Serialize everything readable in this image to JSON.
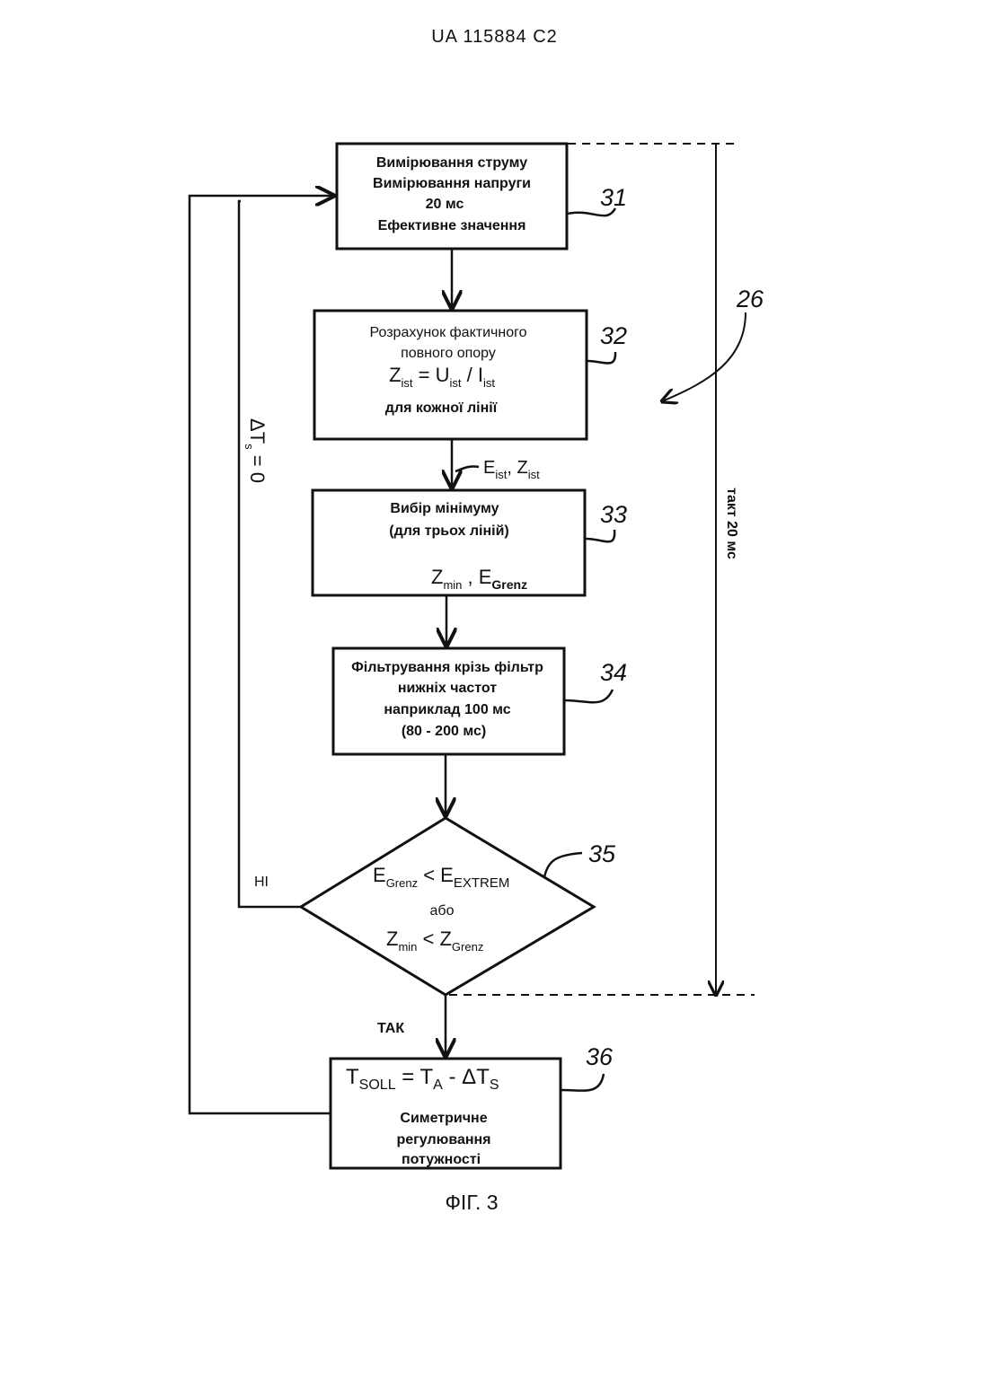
{
  "header": {
    "doc_number": "UA   115884   C2"
  },
  "caption": {
    "figure": "ФІГ. 3"
  },
  "diagram": {
    "loop_ref": "26",
    "cycle_label": "такт 20 мс",
    "steps": {
      "s31": {
        "ref": "31",
        "line1": "Вимірювання струму",
        "line2": "Вимірювання напруги",
        "line3": "20 мс",
        "line4": "Ефективне значення"
      },
      "s32": {
        "ref": "32",
        "line1": "Розрахунок фактичного",
        "line2": "повного опору",
        "eq_z": "Z",
        "eq_z_sub": "ist",
        "eq_mid": " = U",
        "eq_u_sub": "ist",
        "eq_slash": " / I",
        "eq_i_sub": "ist",
        "line4": "для кожної лінії"
      },
      "s33": {
        "ref": "33",
        "line1": "Вибір мінімуму",
        "line2": "(для трьох ліній)",
        "out_z": "Z",
        "out_z_sub": "min",
        "out_sep": " , E",
        "out_e_sub": "Grenz"
      },
      "s34": {
        "ref": "34",
        "line1": "Фільтрування крізь фільтр",
        "line2": "нижніх частот",
        "line3": "наприклад 100 мс",
        "line4": "(80 - 200 мс)"
      },
      "s35": {
        "ref": "35",
        "c1_e": "E",
        "c1_e_sub": "Grenz",
        "c1_lt": " < E",
        "c1_e2_sub": "EXTREM",
        "or": "або",
        "c2_z": "Z",
        "c2_z_sub": "min",
        "c2_lt": " < Z",
        "c2_z2_sub": "Grenz"
      },
      "s36": {
        "ref": "36",
        "eq_t": "T",
        "eq_t_sub": "SOLL",
        "eq_mid": " = T",
        "eq_a_sub": "A",
        "eq_minus": " - ΔT",
        "eq_s_sub": "S",
        "line2": "Симетричне",
        "line3": "регулювання",
        "line4": "потужності"
      }
    },
    "edge_32_33": {
      "e": "E",
      "e_sub": "ist",
      "sep": ", Z",
      "z_sub": "ist"
    },
    "no_label": "НІ",
    "yes_label": "ТАК",
    "reset": {
      "dt": "ΔT",
      "dt_sub": "s",
      "val": " = 0"
    }
  }
}
